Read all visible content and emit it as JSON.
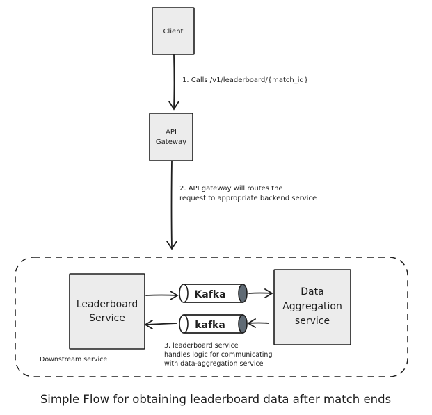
{
  "nodes": {
    "client": "Client",
    "api_gateway": [
      "API",
      "Gateway"
    ],
    "leaderboard_service": [
      "Leaderboard",
      "Service"
    ],
    "data_aggregation_service": [
      "Data",
      "Aggregation",
      "service"
    ],
    "kafka_top": "Kafka",
    "kafka_bottom": "kafka"
  },
  "annotations": {
    "step1": "1. Calls /v1/leaderboard/{match_id}",
    "step2": [
      "2. API gateway will routes the",
      "request to appropriate backend service"
    ],
    "step3": [
      "3. leaderboard service",
      "handles logic for communicating",
      "with data-aggregation service"
    ],
    "downstream": "Downstream service"
  },
  "caption": "Simple Flow for obtaining leaderboard data after match ends"
}
